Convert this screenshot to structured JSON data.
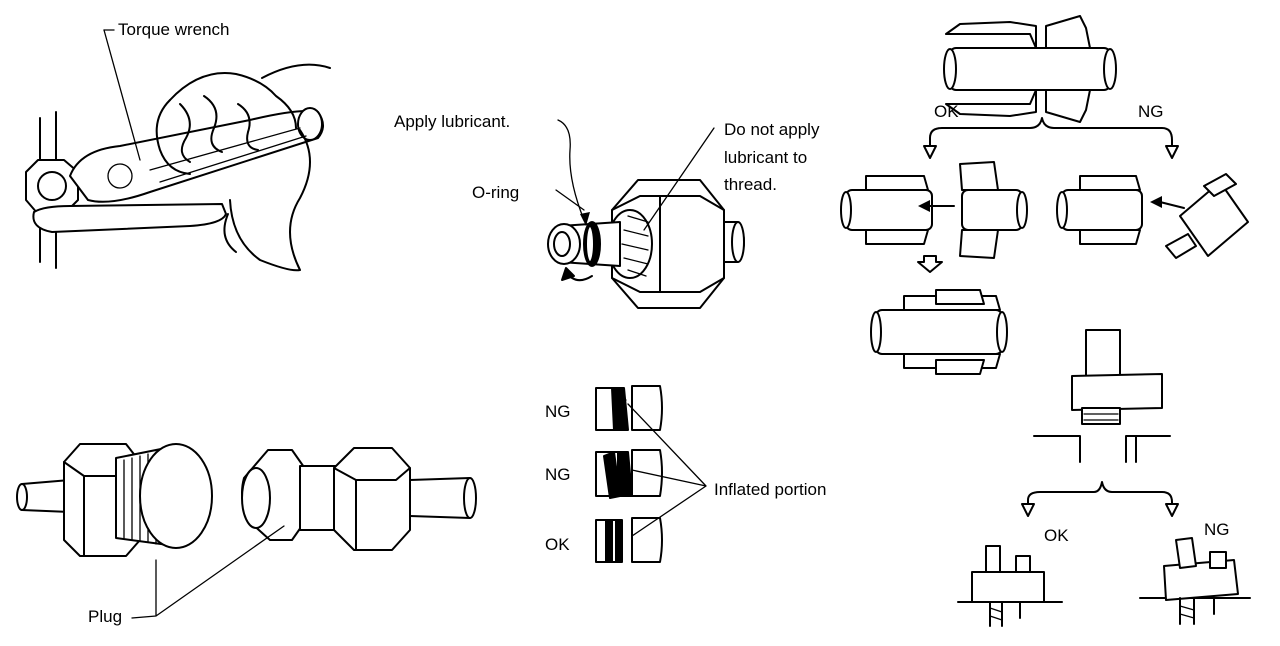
{
  "labels": {
    "torque_wrench": "Torque wrench",
    "apply_lubricant": "Apply lubricant.",
    "do_not_apply": [
      "Do not apply",
      "lubricant to",
      "thread."
    ],
    "o_ring": "O-ring",
    "plug": "Plug",
    "inflated_portion": "Inflated portion",
    "ring_check": [
      "NG",
      "NG",
      "OK"
    ],
    "coupling_ok": "OK",
    "coupling_ng": "NG",
    "valve_ok": "OK",
    "valve_ng": "NG"
  }
}
